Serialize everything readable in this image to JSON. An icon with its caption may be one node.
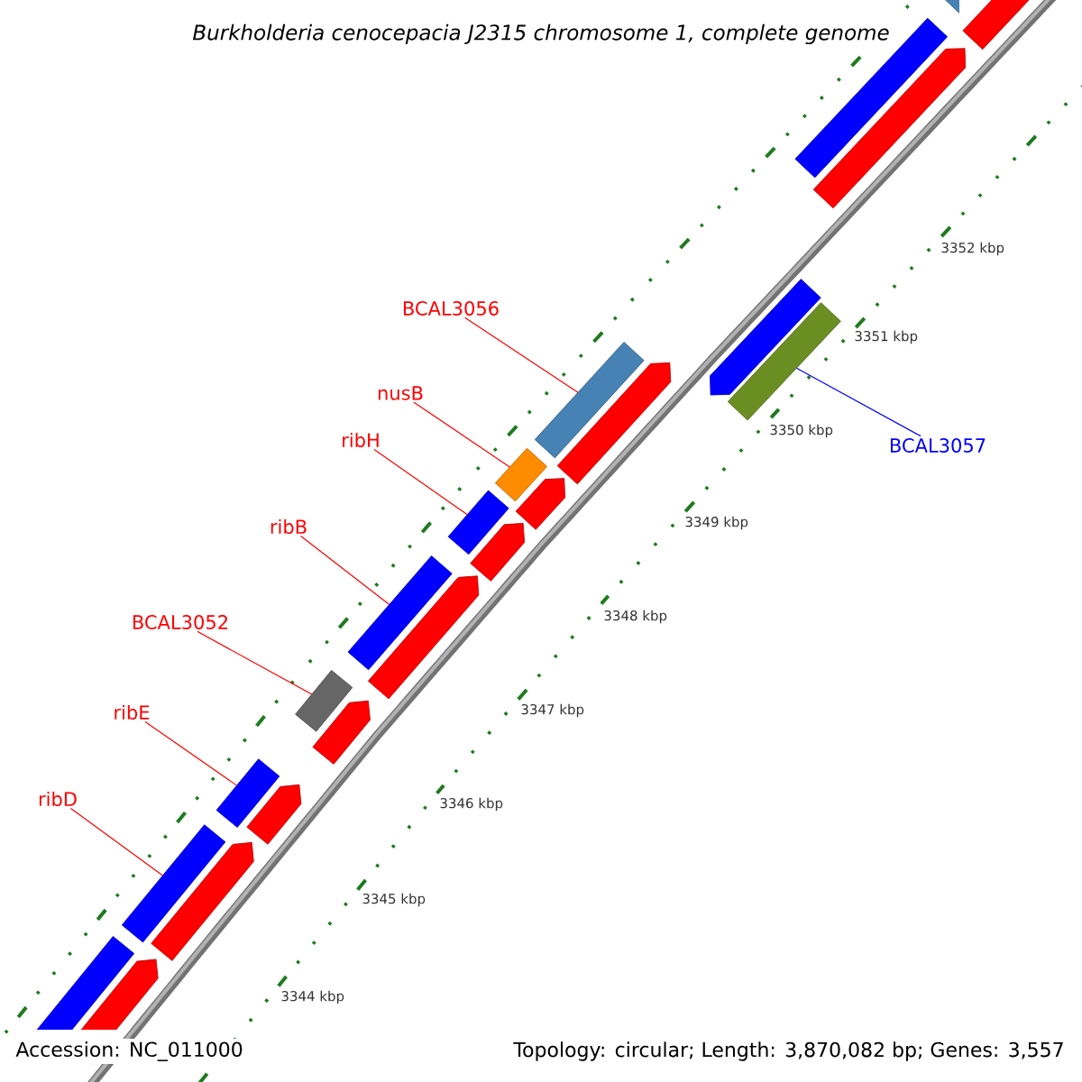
{
  "diagram": {
    "title": "Burkholderia cenocepacia J2315 chromosome 1, complete genome",
    "nodes": [
      {
        "text": [
          "BCAL3056"
        ]
      },
      {
        "text": [
          "nusB"
        ]
      },
      {
        "text": [
          "ribH"
        ]
      },
      {
        "text": [
          "BCAL3057"
        ]
      },
      {
        "text": [
          "ribB"
        ]
      },
      {
        "text": [
          "BCAL3052"
        ]
      },
      {
        "text": [
          "ribE"
        ]
      },
      {
        "text": [
          "ribD"
        ]
      },
      {
        "text": [],
        "shape": "bar"
      },
      {
        "text": [],
        "shape": "arrow"
      },
      {
        "text": [],
        "shape": "bar"
      },
      {
        "text": [],
        "shape": "arrow"
      },
      {
        "text": [],
        "shape": "arrow"
      },
      {
        "text": [],
        "shape": "bar"
      },
      {
        "text": [],
        "shape": "bar"
      },
      {
        "text": [],
        "shape": "arrow"
      },
      {
        "text": [],
        "shape": "bar"
      },
      {
        "text": [],
        "shape": "arrow"
      },
      {
        "text": [],
        "shape": "bar"
      },
      {
        "text": [],
        "shape": "arrow"
      },
      {
        "text": [],
        "shape": "bar"
      },
      {
        "text": [],
        "shape": "arrow"
      },
      {
        "text": [],
        "shape": "bar"
      },
      {
        "text": [],
        "shape": "arrow"
      },
      {
        "text": [],
        "shape": "bar"
      },
      {
        "text": [],
        "shape": "arrow"
      },
      {
        "text": [],
        "shape": "bar"
      },
      {
        "text": [],
        "shape": "arrow"
      },
      {
        "text": [],
        "shape": "bar"
      },
      {
        "text": [],
        "shape": "arrow"
      }
    ],
    "edges": [
      {
        "from": 0,
        "to": 14,
        "arrow": "none"
      },
      {
        "from": 1,
        "to": 16,
        "arrow": "none"
      },
      {
        "from": 2,
        "to": 18,
        "arrow": "none"
      },
      {
        "from": 3,
        "to": 13,
        "arrow": "none",
        "color": "#0000ff"
      },
      {
        "from": 4,
        "to": 20,
        "arrow": "none"
      },
      {
        "from": 5,
        "to": 22,
        "arrow": "none"
      },
      {
        "from": 6,
        "to": 24,
        "arrow": "none"
      },
      {
        "from": 7,
        "to": 26,
        "arrow": "none"
      }
    ],
    "labels": [
      "3352 kbp",
      "3351 kbp",
      "3350 kbp",
      "3349 kbp",
      "3348 kbp",
      "3347 kbp",
      "3346 kbp",
      "3345 kbp",
      "3344 kbp",
      "Accession: NC_011000",
      "Topology: circular; Length: 3,870,082 bp; Genes: 3,557"
    ]
  }
}
